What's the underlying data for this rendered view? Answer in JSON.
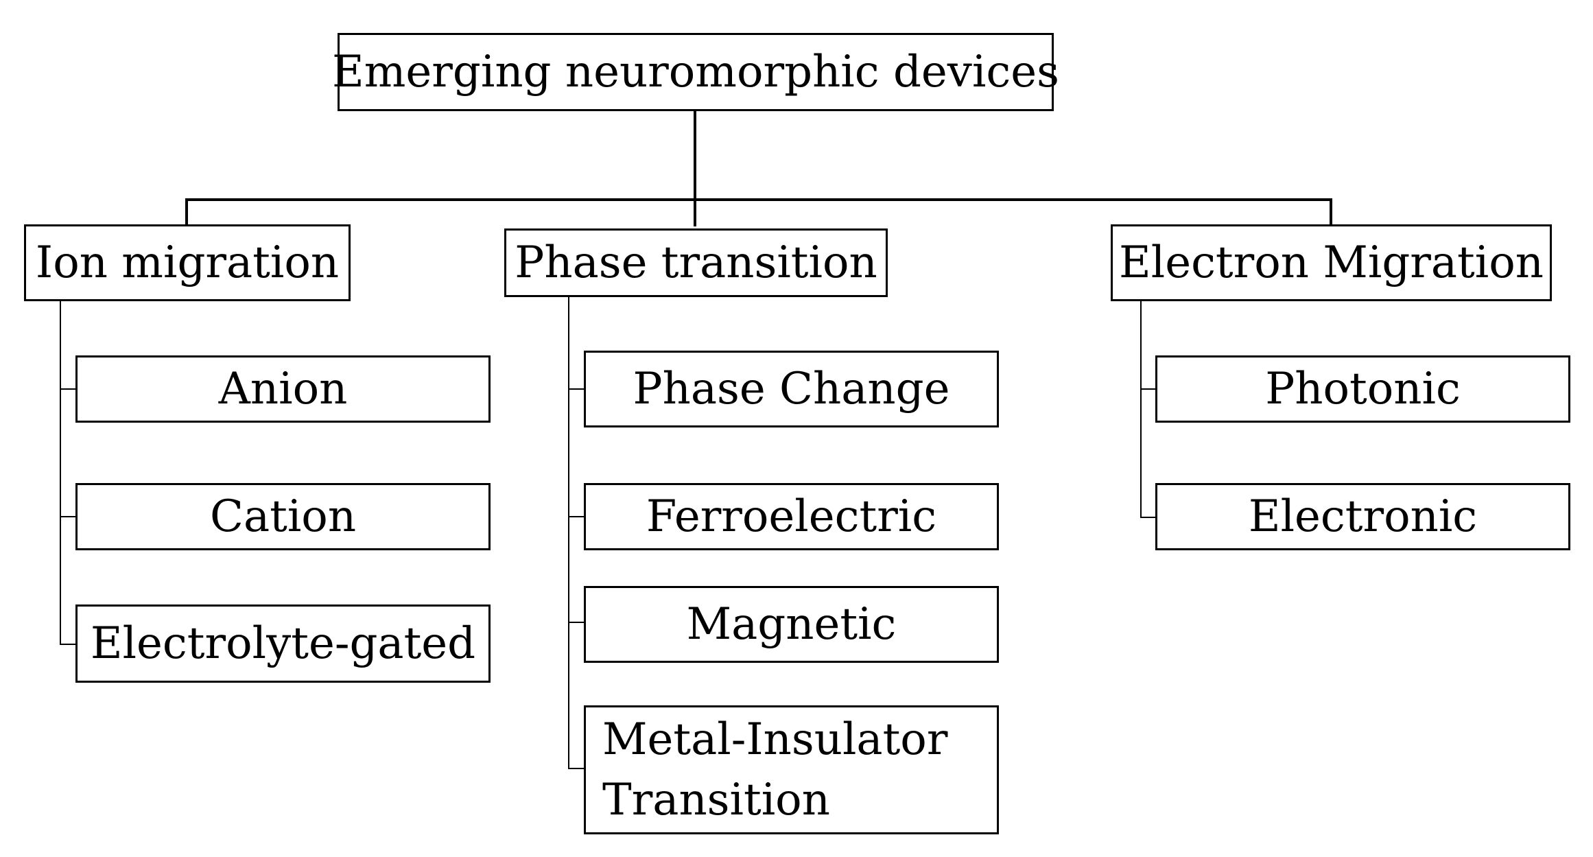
{
  "root": {
    "label": "Emerging neuromorphic devices"
  },
  "categories": [
    {
      "label": "Ion migration",
      "children": [
        "Anion",
        "Cation",
        "Electrolyte-gated"
      ]
    },
    {
      "label": "Phase transition",
      "children": [
        "Phase Change",
        "Ferroelectric",
        "Magnetic"
      ],
      "last_child_lines": [
        "Metal-Insulator",
        "Transition"
      ]
    },
    {
      "label": "Electron Migration",
      "children": [
        "Photonic",
        "Electronic"
      ]
    }
  ]
}
